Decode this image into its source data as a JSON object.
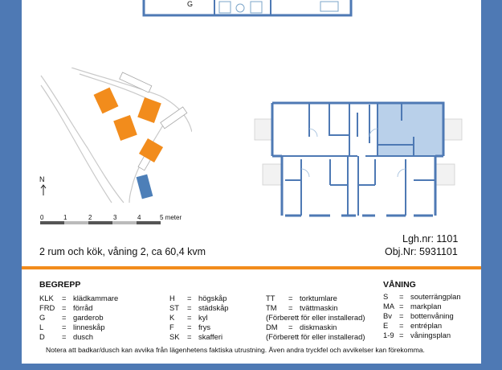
{
  "top_plan": {
    "room_label": "G"
  },
  "site_plan": {
    "north": "N",
    "scale_ticks": [
      "0",
      "1",
      "2",
      "3",
      "4"
    ],
    "scale_unit_label": "5 meter"
  },
  "apartment": {
    "description": "2 rum och kök, våning 2, ca 60,4 kvm",
    "lgh_nr": "Lgh.nr: 1101",
    "obj_nr": "Obj.Nr: 5931101"
  },
  "colors": {
    "accent_orange": "#f28c1c",
    "highlight_blue": "#b9d0ea",
    "wall_blue": "#4e79b4",
    "site_building_blue": "#4d7fb8"
  },
  "legend": {
    "begrepp_title": "BEGREPP",
    "col1": [
      {
        "k": "KLK",
        "v": "klädkammare"
      },
      {
        "k": "FRD",
        "v": "förråd"
      },
      {
        "k": "G",
        "v": "garderob"
      },
      {
        "k": "L",
        "v": "linneskåp"
      },
      {
        "k": "D",
        "v": "dusch"
      }
    ],
    "col2": [
      {
        "k": "H",
        "v": "högskåp"
      },
      {
        "k": "ST",
        "v": "städskåp"
      },
      {
        "k": "K",
        "v": "kyl"
      },
      {
        "k": "F",
        "v": "frys"
      },
      {
        "k": "SK",
        "v": "skafferi"
      }
    ],
    "col3": [
      {
        "k": "TT",
        "v": "torktumlare"
      },
      {
        "k": "TM",
        "v": "tvättmaskin"
      },
      {
        "k": "",
        "v": "(Förberett för eller installerad)"
      },
      {
        "k": "DM",
        "v": "diskmaskin"
      },
      {
        "k": "",
        "v": "(Förberett för eller installerad)"
      }
    ],
    "vaning_title": "VÅNING",
    "col4": [
      {
        "k": "S",
        "v": "souterrängplan"
      },
      {
        "k": "MA",
        "v": "markplan"
      },
      {
        "k": "Bv",
        "v": "bottenvåning"
      },
      {
        "k": "E",
        "v": "entréplan"
      },
      {
        "k": "1-9",
        "v": "våningsplan"
      }
    ]
  },
  "note": "Notera att badkar/dusch kan avvika från lägenhetens faktiska utrustning. Även andra tryckfel och avvikelser kan förekomma."
}
